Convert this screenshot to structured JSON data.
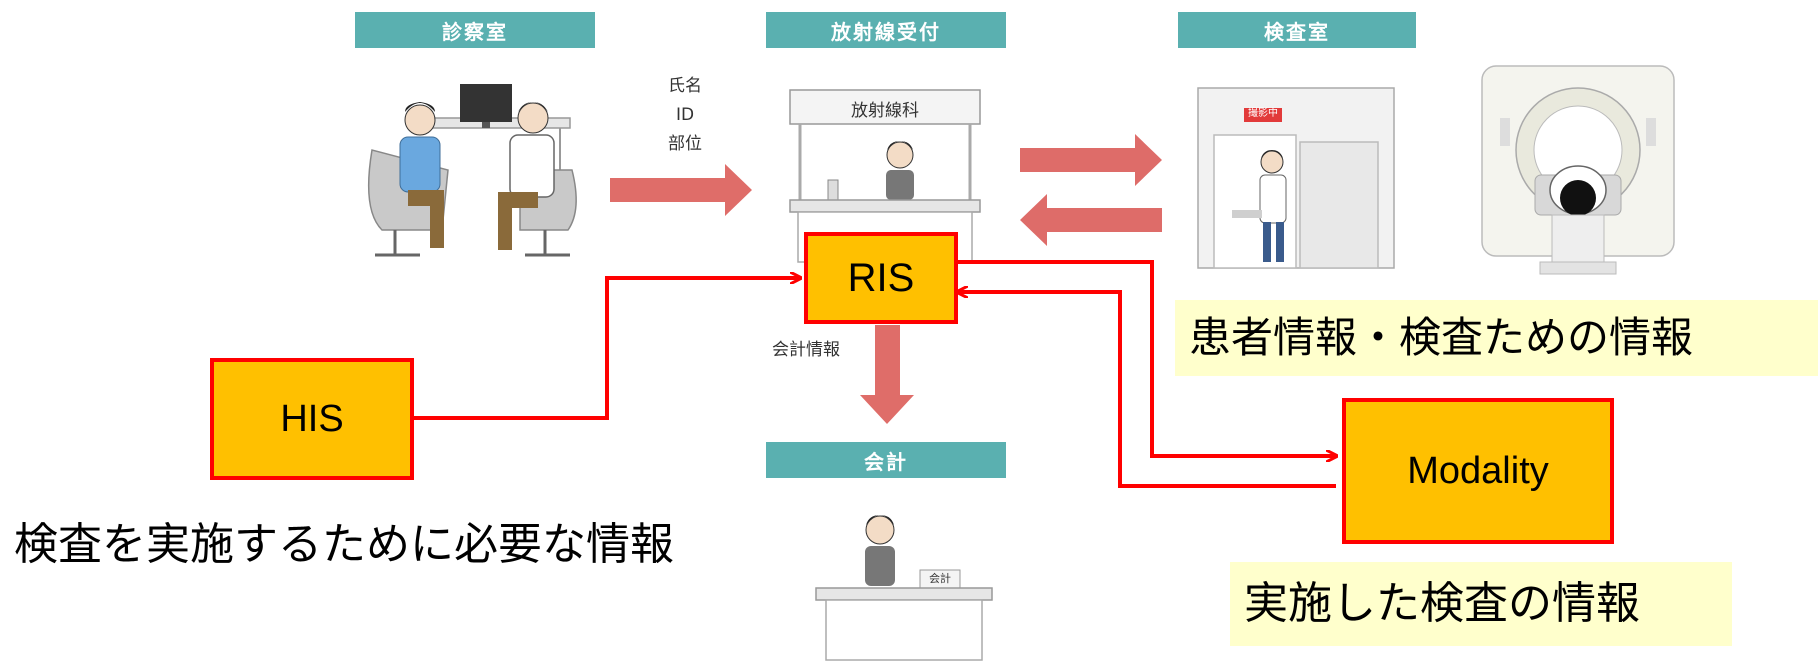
{
  "headers": {
    "exam_room": "診察室",
    "reception": "放射線受付",
    "inspection_room": "検査室",
    "accounting": "会計"
  },
  "labels": {
    "patient_info_lines": [
      "氏名",
      "ID",
      "部位"
    ],
    "reception_sign": "放射線科",
    "billing_info": "会計情報",
    "shooting_sign": "撮影中",
    "cashier_sign": "会計"
  },
  "systems": {
    "ris": "RIS",
    "his": "HIS",
    "modality": "Modality"
  },
  "captions": {
    "his_info": "検査を実施するために必要な情報",
    "patient_exam_info": "患者情報・検査ための情報",
    "performed_exam_info": "実施した検査の情報"
  },
  "colors": {
    "header_teal": "#5ab0b0",
    "system_box_fill": "#ffc000",
    "system_box_border": "#ff0000",
    "connector_red": "#ff0000",
    "flow_arrow": "#d9534f",
    "caption_highlight": "#ffffcc"
  }
}
